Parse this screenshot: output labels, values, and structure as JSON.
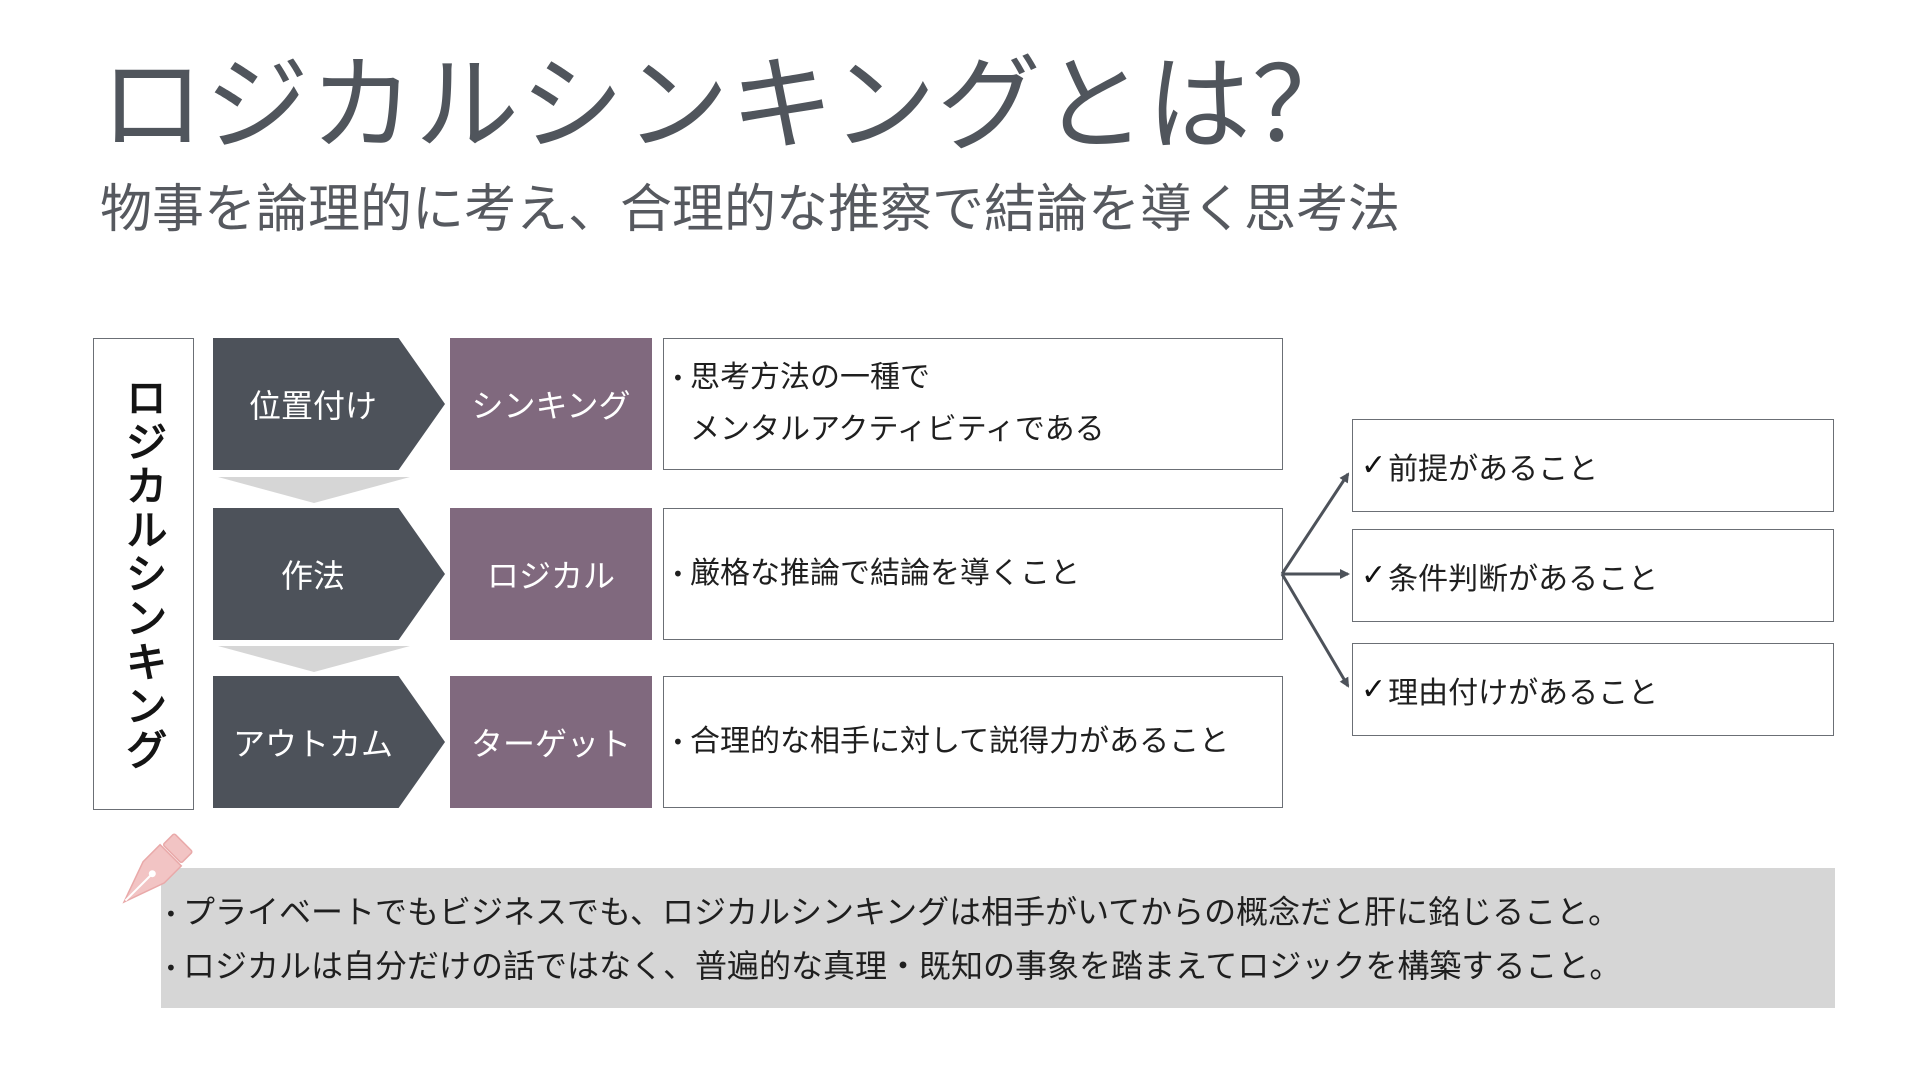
{
  "title": "ロジカルシンキングとは？",
  "subtitle": "物事を論理的に考え、合理的な推察で結論を導く思考法",
  "vertical_label": "ロジカルシンキング",
  "rows": [
    {
      "step": "位置付け",
      "keyword": "シンキング",
      "description": [
        "思考方法の一種で",
        "メンタルアクティビティである"
      ]
    },
    {
      "step": "作法",
      "keyword": "ロジカル",
      "description": [
        "厳格な推論で結論を導くこと"
      ]
    },
    {
      "step": "アウトカム",
      "keyword": "ターゲット",
      "description": [
        "合理的な相手に対して説得力があること"
      ]
    }
  ],
  "checks": [
    "前提があること",
    "条件判断があること",
    "理由付けがあること"
  ],
  "check_symbol": "✓",
  "bullet_symbol": "•",
  "notes": [
    "プライベートでもビジネスでも、ロジカルシンキングは相手がいてからの概念だと肝に銘じること。",
    "ロジカルは自分だけの話ではなく、普遍的な真理・既知の事象を踏まえてロジックを構築すること。"
  ],
  "colors": {
    "chevron": "#4d525a",
    "keyword_box": "#80697e",
    "note_background": "#d6d6d6",
    "pen_icon": "#f2c4c4"
  },
  "icons": [
    "pen-nib-icon"
  ]
}
